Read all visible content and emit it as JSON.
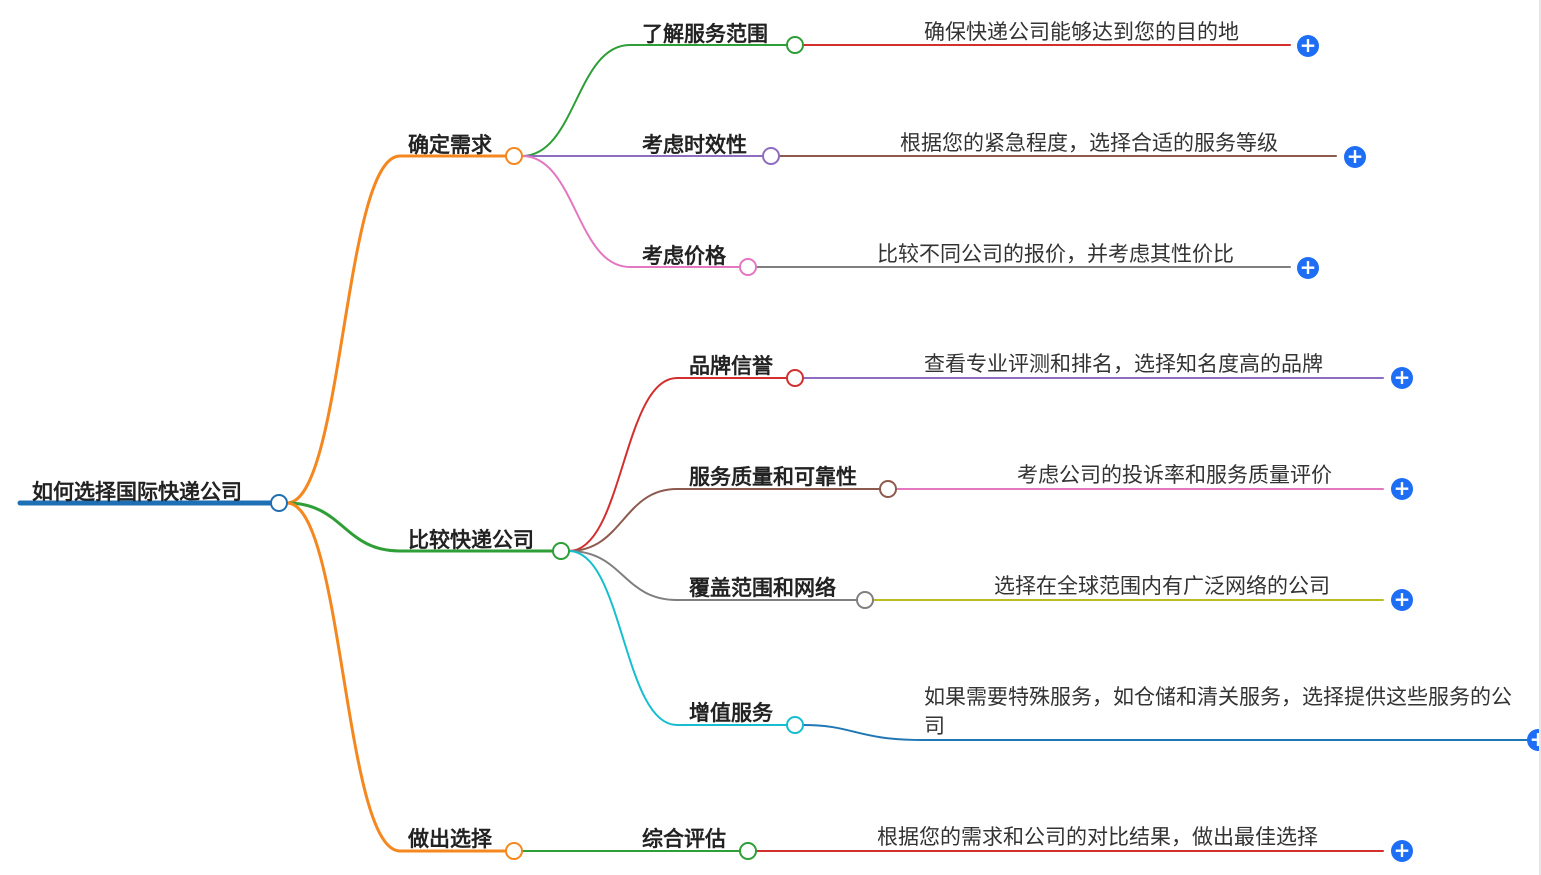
{
  "mindmap": {
    "root": {
      "label": "如何选择国际快递公司",
      "color": "#1f6fb5"
    },
    "branches": [
      {
        "label": "确定需求",
        "color": "#f5871f",
        "children": [
          {
            "label": "了解服务范围",
            "color": "#2e9e37",
            "detail": "确保快递公司能够达到您的目的地",
            "detail_color": "#d32f2f"
          },
          {
            "label": "考虑时效性",
            "color": "#8e6cc0",
            "detail": "根据您的紧急程度，选择合适的服务等级",
            "detail_color": "#8d5a4e"
          },
          {
            "label": "考虑价格",
            "color": "#e377c2",
            "detail": "比较不同公司的报价，并考虑其性价比",
            "detail_color": "#7f7f7f"
          }
        ]
      },
      {
        "label": "比较快递公司",
        "color": "#2e9e37",
        "children": [
          {
            "label": "品牌信誉",
            "color": "#d32f2f",
            "detail": "查看专业评测和排名，选择知名度高的品牌",
            "detail_color": "#8e6cc0"
          },
          {
            "label": "服务质量和可靠性",
            "color": "#8d5a4e",
            "detail": "考虑公司的投诉率和服务质量评价",
            "detail_color": "#e377c2"
          },
          {
            "label": "覆盖范围和网络",
            "color": "#7f7f7f",
            "detail": "选择在全球范围内有广泛网络的公司",
            "detail_color": "#bcbd22"
          },
          {
            "label": "增值服务",
            "color": "#17becf",
            "detail": "如果需要特殊服务，如仓储和清关服务，选择提供这些服务的公司",
            "detail_color": "#1f77b4"
          }
        ]
      },
      {
        "label": "做出选择",
        "color": "#f5871f",
        "children": [
          {
            "label": "综合评估",
            "color": "#2e9e37",
            "detail": "根据您的需求和公司的对比结果，做出最佳选择",
            "detail_color": "#d32f2f"
          }
        ]
      }
    ],
    "expand_icon": "plus-icon",
    "expand_color": "#1e6ef5"
  }
}
